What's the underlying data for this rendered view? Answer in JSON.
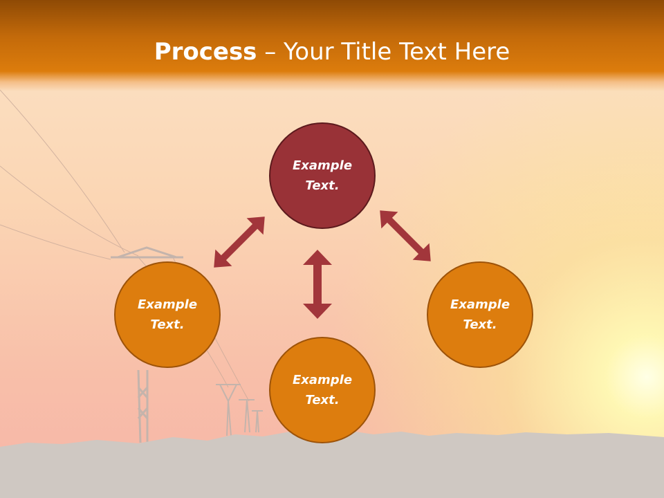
{
  "slide": {
    "title_bold": "Process",
    "title_rest": " – Your Title Text Here"
  },
  "colors": {
    "header": "#dc7c0c",
    "accent_circle": "#993237",
    "process_circle": "#dd7d0e",
    "arrow": "#a2363b"
  },
  "diagram": {
    "top": {
      "line1": "Example",
      "line2": "Text."
    },
    "left": {
      "line1": "Example",
      "line2": "Text."
    },
    "right": {
      "line1": "Example",
      "line2": "Text."
    },
    "bottom": {
      "line1": "Example",
      "line2": "Text."
    }
  }
}
